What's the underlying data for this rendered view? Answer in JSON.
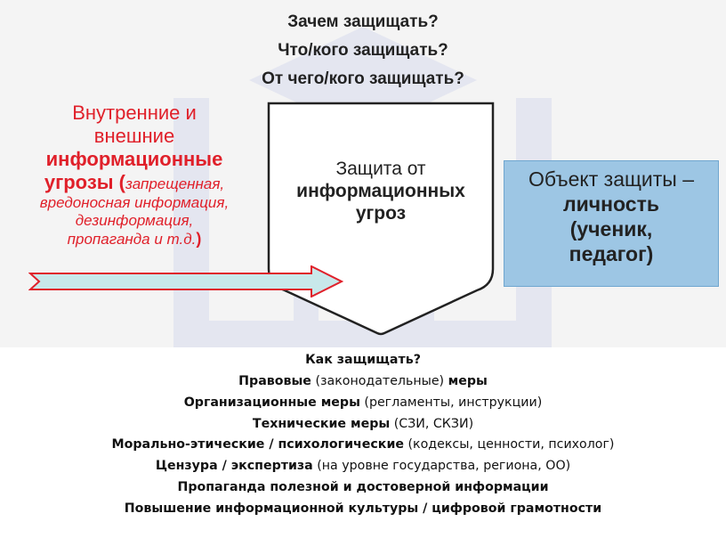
{
  "questions": [
    "Зачем защищать?",
    "Что/кого защищать?",
    "От чего/кого защищать?"
  ],
  "threats": {
    "line1": "Внутренние и",
    "line2": "внешние",
    "bold1": "информационные",
    "bold2": "угрозы",
    "paren_open": " (",
    "italic1": "запрещенная,",
    "italic2": "вредоносная информация,",
    "italic3": "дезинформация,",
    "italic4": "пропаганда и т.д.",
    "paren_close": ")"
  },
  "shield": {
    "line1": "Защита от",
    "bold1": "информационных",
    "bold2": "угроз"
  },
  "object": {
    "line1": "Объект защиты –",
    "bold1": "личность",
    "bold2": "(ученик,",
    "bold3": "педагог)"
  },
  "how": {
    "title": "Как защищать?",
    "rows": [
      {
        "bold": "Правовые",
        "normal": " (законодательные) ",
        "bold2": "меры"
      },
      {
        "bold": "Организационные меры",
        "normal": " (регламенты, инструкции)",
        "bold2": ""
      },
      {
        "bold": "Технические меры",
        "normal": " (СЗИ, СКЗИ)",
        "bold2": ""
      },
      {
        "bold": "Морально-этические / психологические",
        "normal": " (кодексы, ценности, психолог)",
        "bold2": ""
      },
      {
        "bold": "Цензура / экспертиза",
        "normal": " (на уровне государства, региона, ОО)",
        "bold2": ""
      },
      {
        "bold": "Пропаганда полезной и достоверной информации",
        "normal": "",
        "bold2": ""
      },
      {
        "bold": "Повышение информационной культуры / цифровой грамотности",
        "normal": "",
        "bold2": ""
      }
    ]
  },
  "colors": {
    "threat_red": "#e0202a",
    "object_blue": "#9dc6e4",
    "arrow_fill": "#c8e8ea",
    "arrow_stroke": "#e0202a"
  }
}
